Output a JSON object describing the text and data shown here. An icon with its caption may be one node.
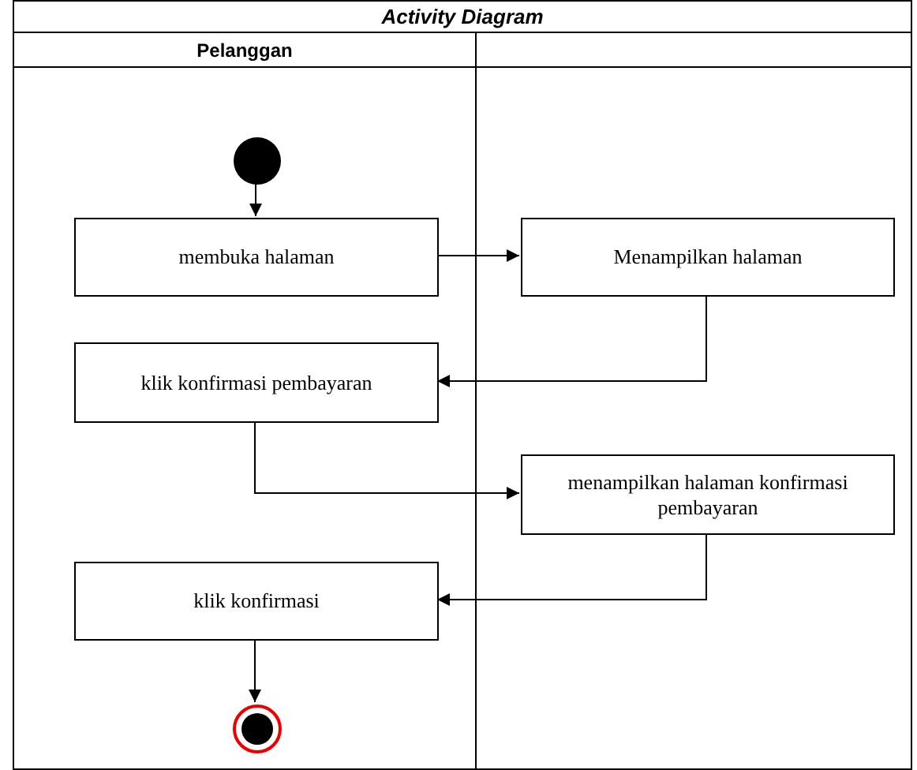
{
  "diagram": {
    "title": "Activity Diagram",
    "nodes": [
      {
        "text": [
          "Pelanggan"
        ]
      },
      {
        "text": [],
        "shape": "box"
      },
      {
        "text": [],
        "shape": "circle",
        "in": 0
      },
      {
        "text": [
          "membuka halaman"
        ],
        "in": 0
      },
      {
        "text": [
          "Menampilkan halaman"
        ],
        "in": 1
      },
      {
        "text": [
          "klik konfirmasi pembayaran"
        ],
        "in": 0
      },
      {
        "text": [
          "menampilkan halaman konfirmasi pembayaran"
        ],
        "in": 1
      },
      {
        "text": [
          "klik konfirmasi"
        ],
        "in": 0
      },
      {
        "text": [],
        "shape": "circle",
        "in": 0
      }
    ],
    "edges": [
      {
        "from": 2,
        "to": 3,
        "arrow": "to"
      },
      {
        "from": 3,
        "to": 4,
        "arrow": "to"
      },
      {
        "from": 4,
        "to": 5,
        "arrow": "to"
      },
      {
        "from": 5,
        "to": 6,
        "arrow": "to"
      },
      {
        "from": 6,
        "to": 7,
        "arrow": "to"
      },
      {
        "from": 7,
        "to": 8,
        "arrow": "to"
      }
    ]
  }
}
